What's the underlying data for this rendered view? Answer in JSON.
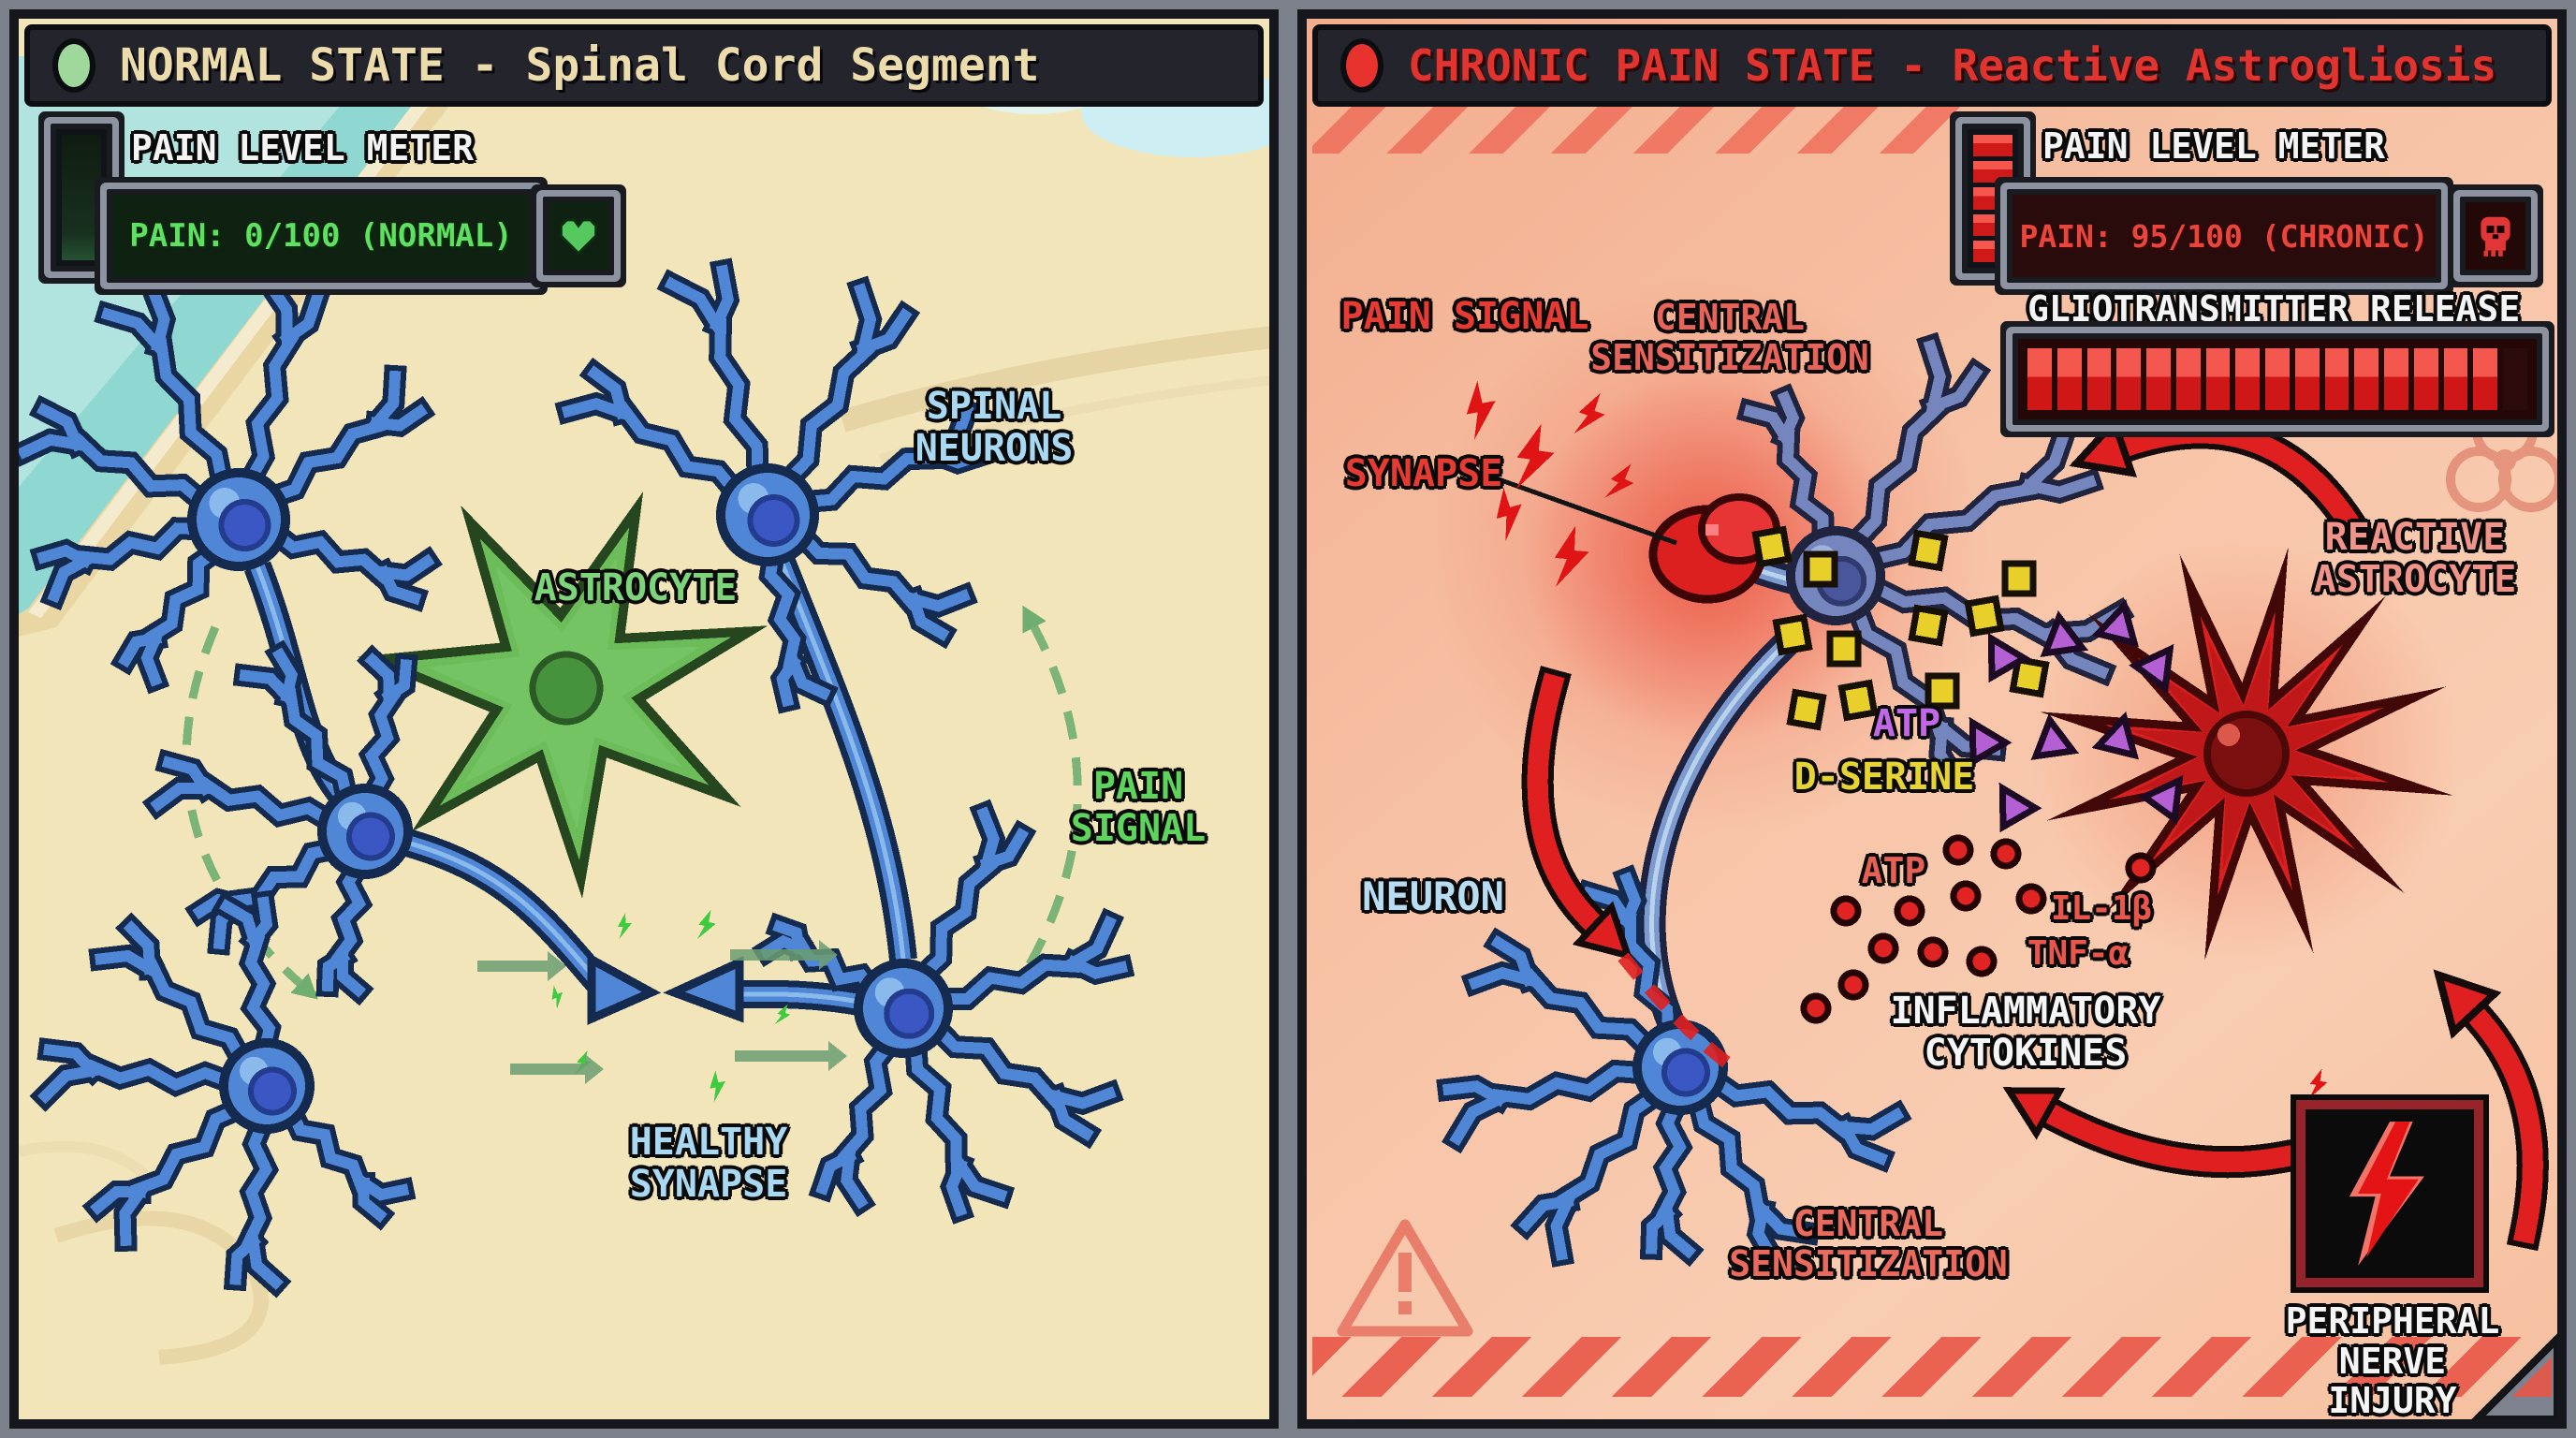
{
  "left_panel": {
    "header": {
      "title": "NORMAL STATE - Spinal Cord Segment",
      "dot_color": "#9fd89b"
    },
    "hud": {
      "meter_title": "PAIN LEVEL METER",
      "lcd_text": "PAIN: 0/100 (NORMAL)",
      "pain_value": 0,
      "pain_max": 100,
      "state": "NORMAL",
      "heart_icon": "pixel-heart",
      "heart_color": "#56c95e"
    },
    "labels": {
      "spinal_neurons": "SPINAL\nNEURONS",
      "astrocyte": "ASTROCYTE",
      "pain_signal": "PAIN\nSIGNAL",
      "healthy_synapse": "HEALTHY\nSYNAPSE"
    },
    "colors": {
      "neuron_blue": "#4f87d6",
      "astrocyte_green": "#6cbc5a",
      "signal_green": "#5ed45e",
      "label_blue": "#a9d9f2",
      "sand": "#f3e5ba",
      "water": "#8fd7d1"
    }
  },
  "right_panel": {
    "header": {
      "title": "CHRONIC PAIN STATE - Reactive Astrogliosis",
      "dot_color": "#e8322e"
    },
    "hud": {
      "meter_title": "PAIN LEVEL METER",
      "lcd_text": "PAIN: 95/100 (CHRONIC)",
      "pain_value": 95,
      "pain_max": 100,
      "state": "CHRONIC",
      "skull_icon": "pixel-skull",
      "glio_title": "GLIOTRANSMITTER RELEASE",
      "glio_segments": 17,
      "glio_filled": 16
    },
    "labels": {
      "pain_signal": "PAIN SIGNAL",
      "central_sensitization_top": "CENTRAL\nSENSITIZATION",
      "synapse": "SYNAPSE",
      "reactive_astrocyte": "REACTIVE\nASTROCYTE",
      "atp_gliotransmitter": "ATP",
      "d_serine": "D-SERINE",
      "neuron": "NEURON",
      "atp_released": "ATP",
      "il_1b": "IL-1β",
      "tnf_a": "TNF-α",
      "inflammatory_cytokines": "INFLAMMATORY\nCYTOKINES",
      "central_sensitization_bottom": "CENTRAL\nSENSITIZATION",
      "peripheral_nerve_injury": "PERIPHERAL\nNERVE INJURY"
    },
    "colors": {
      "alert_red": "#e02020",
      "reactive_astrocyte_red": "#d82020",
      "atp_purple": "#c168e8",
      "d_serine_yellow": "#e6d435",
      "cytokine_red": "#e8564c",
      "bg_salmon": "#f6bf9f"
    }
  }
}
